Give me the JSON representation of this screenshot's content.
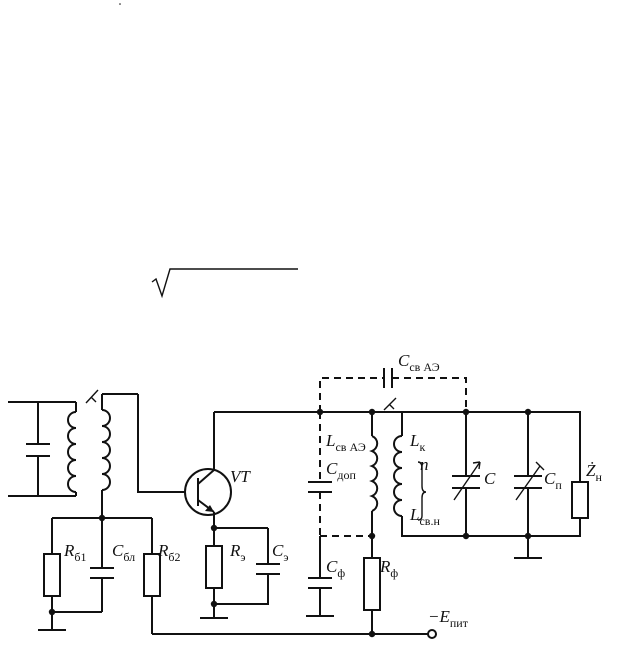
{
  "diagram": {
    "labels": {
      "R_b1": {
        "main": "R",
        "sub": "б1"
      },
      "C_bl": {
        "main": "C",
        "sub": "бл"
      },
      "R_b2": {
        "main": "R",
        "sub": "б2"
      },
      "R_e": {
        "main": "R",
        "sub": "э"
      },
      "C_e": {
        "main": "C",
        "sub": "э"
      },
      "VT": {
        "main": "VT",
        "sub": ""
      },
      "L_cv_ae": {
        "main": "L",
        "sub": "св АЭ"
      },
      "C_dop": {
        "main": "C",
        "sub": "доп"
      },
      "C_f": {
        "main": "C",
        "sub": "ф"
      },
      "R_f": {
        "main": "R",
        "sub": "ф"
      },
      "L_k": {
        "main": "L",
        "sub": "к"
      },
      "n": {
        "main": "n",
        "sub": ""
      },
      "L_cv_n": {
        "main": "L",
        "sub": "св.н"
      },
      "C": {
        "main": "C",
        "sub": ""
      },
      "C_p": {
        "main": "C",
        "sub": "п"
      },
      "Z_n": {
        "main": "Ż",
        "sub": "н"
      },
      "C_cv_ae": {
        "main": "C",
        "sub": "св АЭ"
      },
      "E_pit": {
        "main": "−E",
        "sub": "пит"
      }
    }
  }
}
